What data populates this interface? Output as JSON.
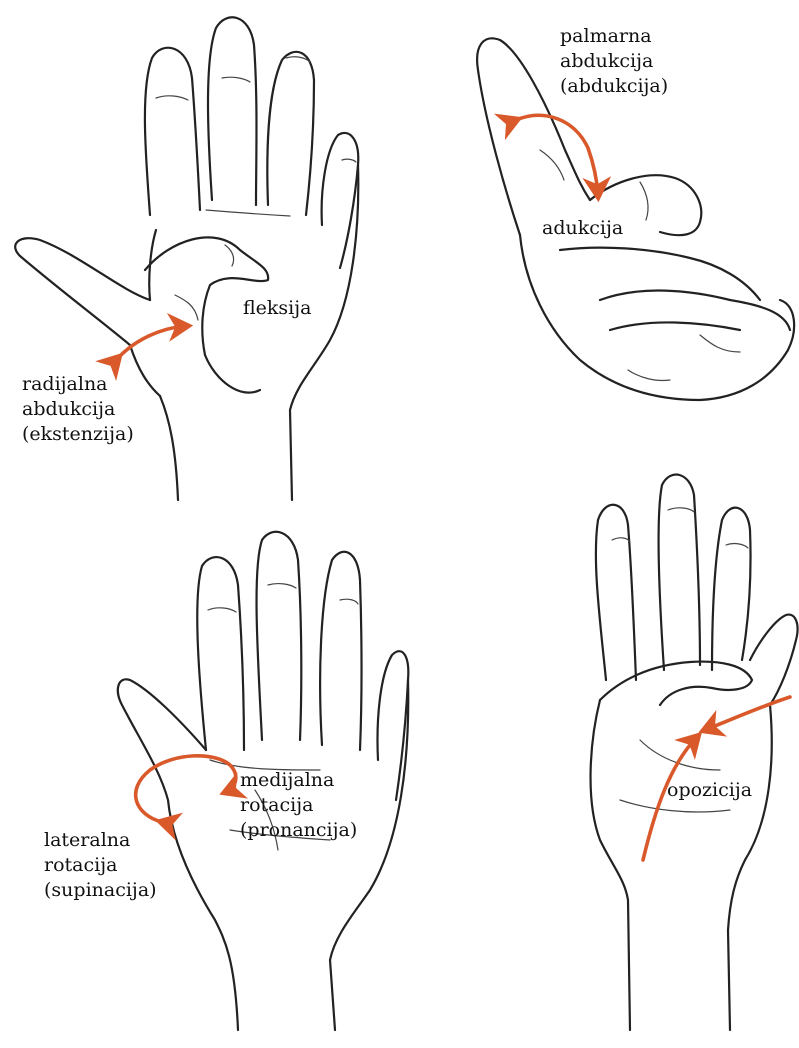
{
  "figure": {
    "labels": {
      "fleksija": [
        "fleksija"
      ],
      "radijalna_abdukcija": [
        "radijalna",
        "abdukcija",
        "(ekstenzija)"
      ],
      "palmarna_abdukcija": [
        "palmarna",
        "abdukcija",
        "(abdukcija)"
      ],
      "adukcija": [
        "adukcija"
      ],
      "medijalna_rotacija": [
        "medijalna",
        "rotacija",
        "(pronancija)"
      ],
      "lateralna_rotacija": [
        "lateralna",
        "rotacija",
        "(supinacija)"
      ],
      "opozicija": [
        "opozicija"
      ]
    }
  },
  "colors": {
    "arrow": "#d9592b",
    "outline": "#222222",
    "background": "#ffffff"
  }
}
